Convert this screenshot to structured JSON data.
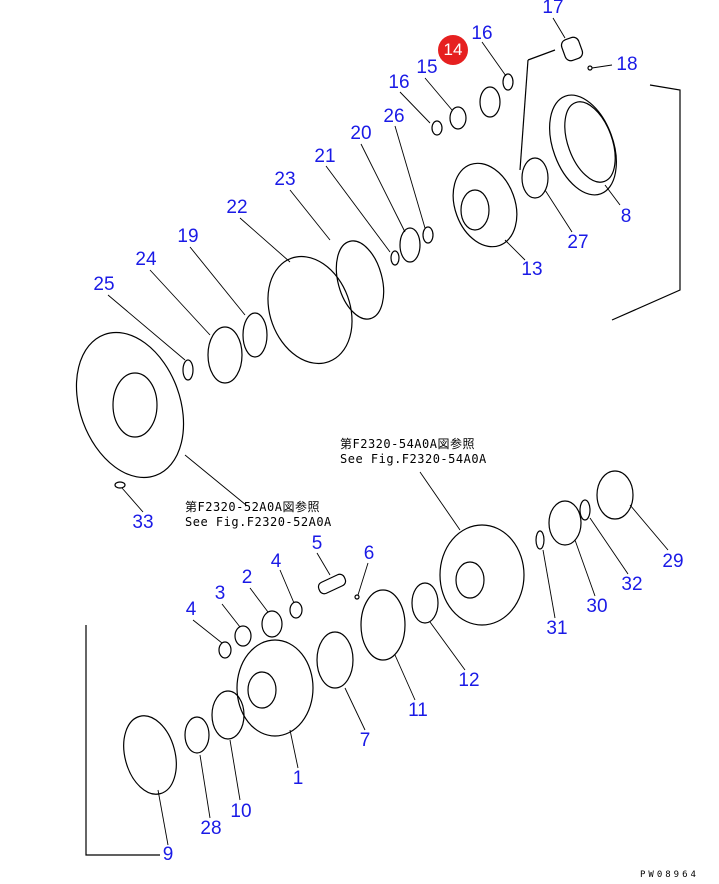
{
  "callouts": {
    "c17": "17",
    "c16a": "16",
    "c14": "14",
    "c15": "15",
    "c18": "18",
    "c16b": "16",
    "c26": "26",
    "c20": "20",
    "c21": "21",
    "c23": "23",
    "c22": "22",
    "c8": "8",
    "c27": "27",
    "c13": "13",
    "c19": "19",
    "c24": "24",
    "c25": "25",
    "c33": "33",
    "c5": "5",
    "c6": "6",
    "c4a": "4",
    "c2": "2",
    "c3": "3",
    "c4b": "4",
    "c29": "29",
    "c32": "32",
    "c30": "30",
    "c31": "31",
    "c12": "12",
    "c11": "11",
    "c7": "7",
    "c1": "1",
    "c10": "10",
    "c28": "28",
    "c9": "9"
  },
  "references": {
    "upper": {
      "jp": "第F2320-54A0A図参照",
      "en": "See Fig.F2320-54A0A"
    },
    "lower": {
      "jp": "第F2320-52A0A図参照",
      "en": "See Fig.F2320-52A0A"
    }
  },
  "drawing_code": "PW08964",
  "colors": {
    "callout": "#1a1ae6",
    "highlight": "#e62020"
  }
}
